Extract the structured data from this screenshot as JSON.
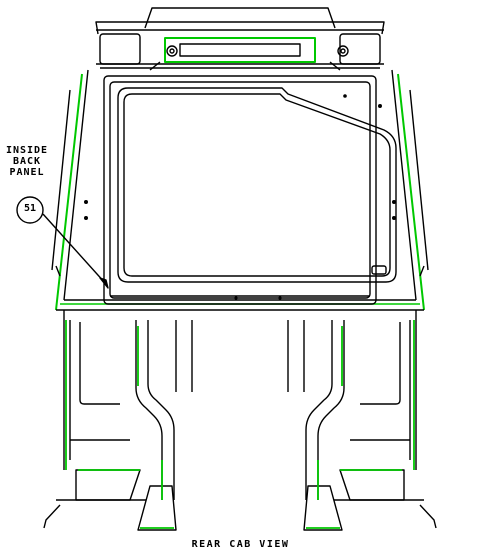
{
  "callout": {
    "label_line1": "INSIDE",
    "label_line2": "BACK",
    "label_line3": "PANEL",
    "balloon_number": "51"
  },
  "caption": "REAR CAB VIEW",
  "colors": {
    "outline": "#000000",
    "highlight": "#00c800",
    "background": "#ffffff"
  }
}
